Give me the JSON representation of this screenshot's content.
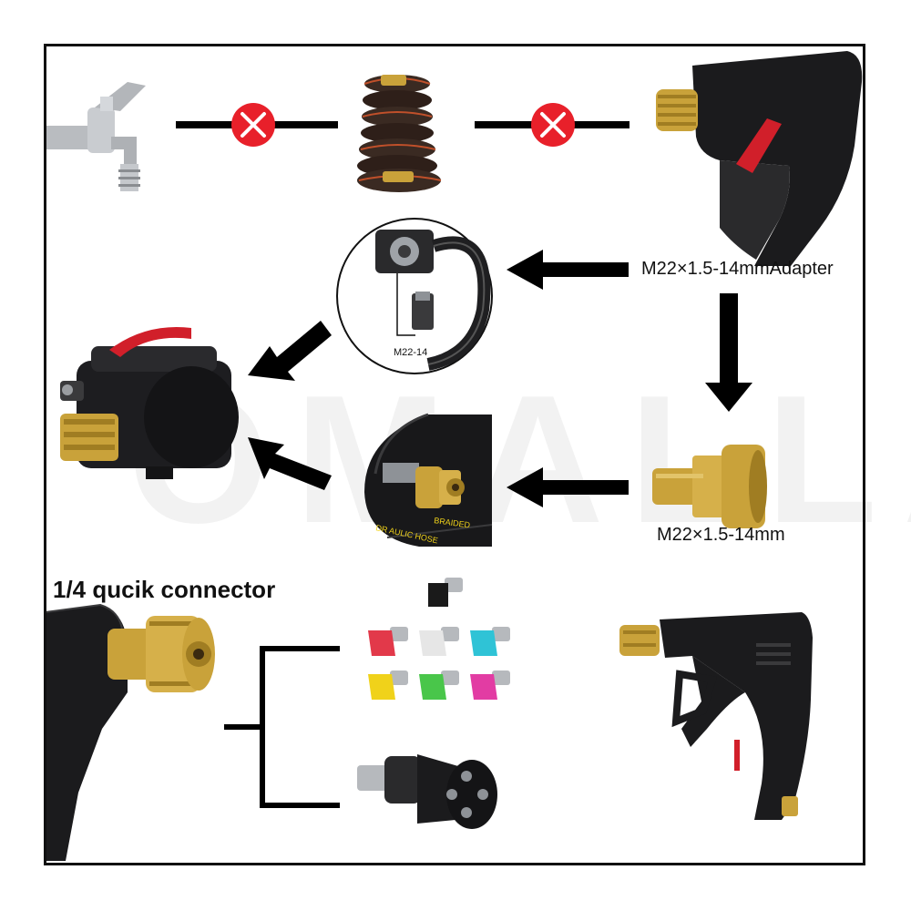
{
  "watermark": "OMALLA",
  "labels": {
    "adapter_gun": "M22×1.5-14mmAdapter",
    "adapter_fitting": "M22×1.5-14mm",
    "hose_callout": "M22-14",
    "quick_connector": "1/4 qucik connector",
    "hose_print": "DR AULIC HOSE",
    "hose_print_2": "BRAIDED"
  },
  "colors": {
    "frame": "#111111",
    "cross": "#e8202a",
    "arrow": "#000000",
    "brass": "#c9a23a",
    "tip_red": "#e2394a",
    "tip_white": "#e6e6e6",
    "tip_cyan": "#2fc3d6",
    "tip_yellow": "#f0d21a",
    "tip_green": "#49c64a",
    "tip_pink": "#e23ca3",
    "tip_black": "#1a1a1a"
  },
  "icons": [
    "faucet-icon",
    "garden-hose-icon",
    "spray-gun-icon",
    "pressure-hose-callout-icon",
    "pressure-washer-icon",
    "quick-connect-hose-icon",
    "brass-adapter-icon",
    "quick-connector-closeup-icon",
    "nozzle-tip-set-icon",
    "turbo-nozzle-icon",
    "spray-gun-with-connector-icon",
    "not-compatible-icon",
    "arrow-icon"
  ]
}
